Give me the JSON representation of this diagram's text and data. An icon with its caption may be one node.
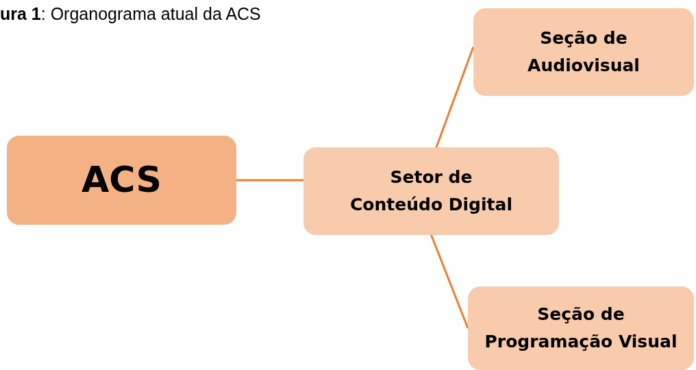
{
  "diagram": {
    "title": "**ura 1**: Organograma atual da ACS",
    "nodes": [
      {
        "text": [
          "ACS"
        ]
      },
      {
        "text": [
          "Setor de Conteúdo Digital"
        ]
      },
      {
        "text": [
          "Seção de Audiovisual"
        ]
      },
      {
        "text": [
          "Seção de Programação Visual"
        ]
      }
    ],
    "edges": [
      {
        "from": 0,
        "to": 1,
        "arrow": "none"
      },
      {
        "from": 1,
        "to": 2,
        "arrow": "none"
      },
      {
        "from": 1,
        "to": 3,
        "arrow": "none"
      }
    ]
  }
}
